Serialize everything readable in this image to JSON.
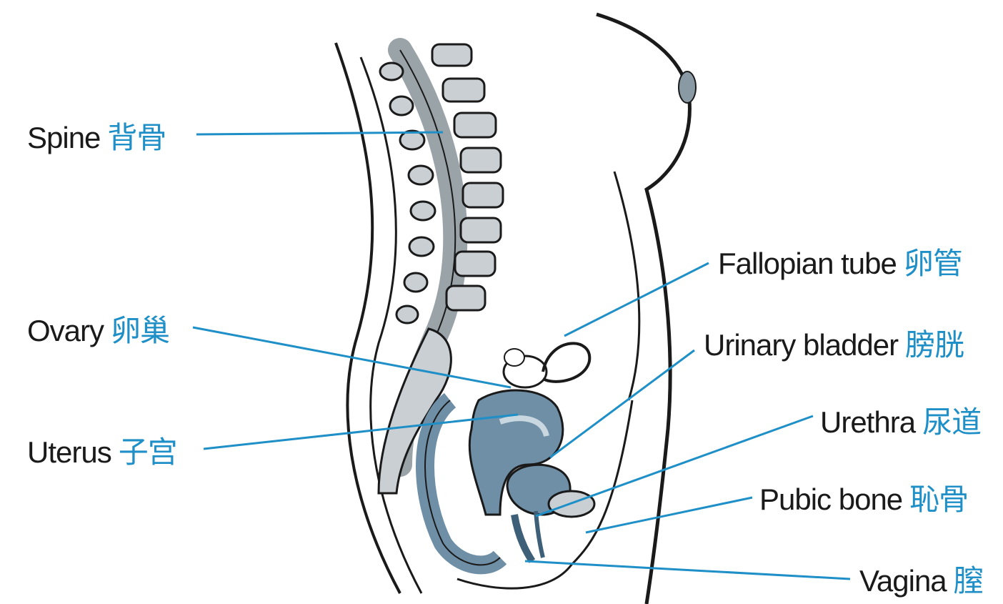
{
  "diagram": {
    "labels": [
      {
        "id": "spine",
        "en": "Spine",
        "zh": "背骨"
      },
      {
        "id": "ovary",
        "en": "Ovary",
        "zh": "卵巢"
      },
      {
        "id": "uterus",
        "en": "Uterus",
        "zh": "子宫"
      },
      {
        "id": "fallopian",
        "en": "Fallopian tube",
        "zh": "卵管"
      },
      {
        "id": "bladder",
        "en": "Urinary bladder",
        "zh": "膀胱"
      },
      {
        "id": "urethra",
        "en": "Urethra",
        "zh": "尿道"
      },
      {
        "id": "pubic",
        "en": "Pubic bone",
        "zh": "恥骨"
      },
      {
        "id": "vagina",
        "en": "Vagina",
        "zh": "膣"
      }
    ],
    "colors": {
      "leader": "#1f8fc7",
      "organ": "#6f8fa6",
      "organ_dark": "#3e5f78",
      "bone": "#c9cfd3",
      "outline": "#1a1a1a"
    }
  }
}
